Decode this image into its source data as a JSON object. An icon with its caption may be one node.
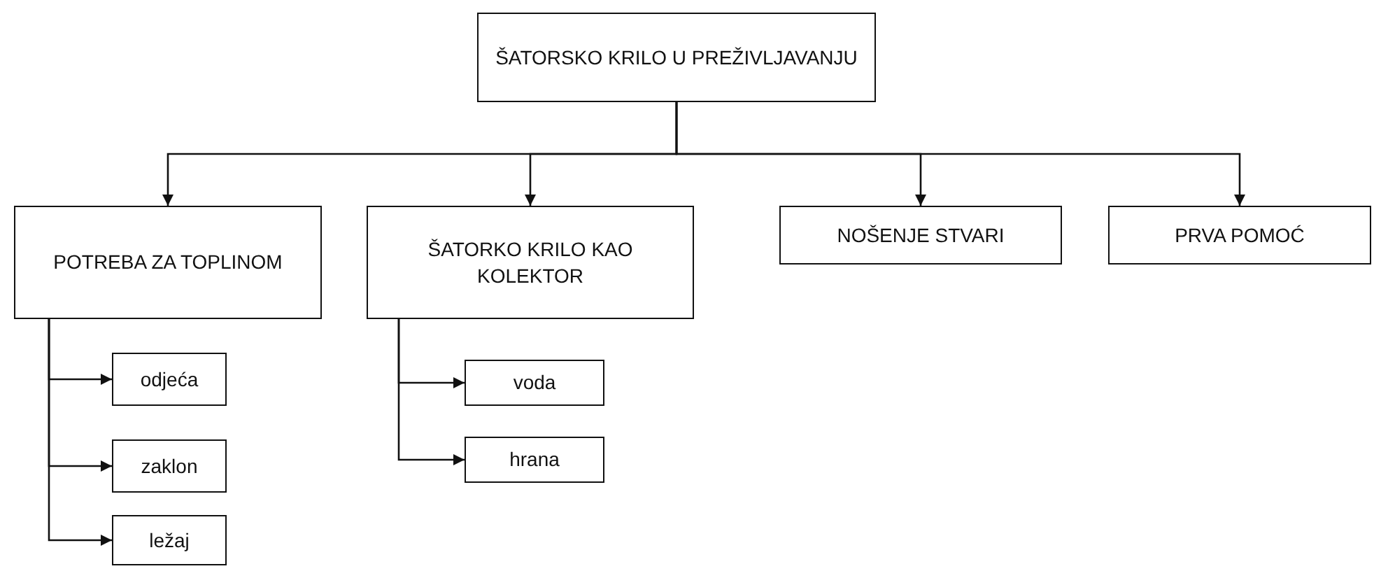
{
  "diagram": {
    "nodes": [
      {
        "text": [
          "ŠATORSKO KRILO U PREŽIVLJAVANJU"
        ]
      },
      {
        "text": [
          "POTREBA ZA TOPLINOM"
        ]
      },
      {
        "text": [
          "ŠATORKO KRILO KAO KOLEKTOR"
        ]
      },
      {
        "text": [
          "NOŠENJE STVARI"
        ]
      },
      {
        "text": [
          "PRVA POMOĆ"
        ]
      },
      {
        "text": [
          "odjeća"
        ]
      },
      {
        "text": [
          "zaklon"
        ]
      },
      {
        "text": [
          "ležaj"
        ]
      },
      {
        "text": [
          "voda"
        ]
      },
      {
        "text": [
          "hrana"
        ]
      }
    ],
    "edges": [
      {
        "from": 0,
        "to": 1,
        "arrow": "to"
      },
      {
        "from": 0,
        "to": 2,
        "arrow": "to"
      },
      {
        "from": 0,
        "to": 3,
        "arrow": "to"
      },
      {
        "from": 0,
        "to": 4,
        "arrow": "to"
      },
      {
        "from": 1,
        "to": 5,
        "arrow": "to"
      },
      {
        "from": 1,
        "to": 6,
        "arrow": "to"
      },
      {
        "from": 1,
        "to": 7,
        "arrow": "to"
      },
      {
        "from": 2,
        "to": 8,
        "arrow": "to"
      },
      {
        "from": 2,
        "to": 9,
        "arrow": "to"
      }
    ]
  }
}
